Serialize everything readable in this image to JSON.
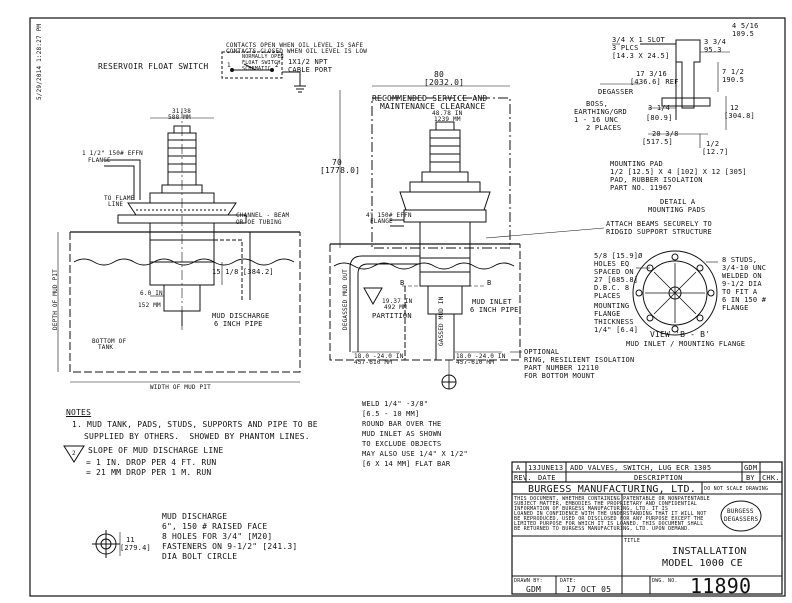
{
  "page": {
    "timestamp": "5/29/2014 1:28:27 PM"
  },
  "float_switch": {
    "title": "RESERVOIR FLOAT SWITCH",
    "contacts_note_1": "CONTACTS OPEN WHEN OIL LEVEL IS SAFE",
    "contacts_note_2": "CONTACTS CLOSED WHEN OIL LEVEL IS LOW",
    "box_label_1": "NORMALLY OPEN",
    "box_label_2": "FLOAT SWITCH",
    "box_label_3": "SCHEMATIC",
    "cable_port_1": "1X1/2 NPT",
    "cable_port_2": "CABLE PORT",
    "terminal_left": "1",
    "terminal_right": "2"
  },
  "left_view": {
    "dim_top": "31.38",
    "dim_top_mm": "588 MM",
    "label_efn_1": "1 1/2\" 150# EFFN",
    "label_efn_2": "FLANGE",
    "label_flame": "TO FLAME",
    "label_flame_2": "LINE",
    "label_channel": "CHANNEL - BEAM",
    "label_channel_2": "OR OE TUBING",
    "dim_mid": "15 1/8 [384.2]",
    "dim_lower": "6.0 IN",
    "dim_lower_mm": "152 MM",
    "mud_discharge_1": "MUD DISCHARGE",
    "mud_discharge_2": "6 INCH PIPE",
    "bottom_label_1": "BOTTOM OF",
    "bottom_label_2": "TANK",
    "depth_label": "DEPTH OF MUD PIT",
    "width_label": "WIDTH OF MUD PIT"
  },
  "center_view": {
    "dim_80": "80",
    "dim_80_mm": "[2032.0]",
    "clearance_1": "RECOMMENDED SERVICE AND",
    "clearance_2": "MAINTENANCE CLEARANCE",
    "dim_70": "70",
    "dim_70_mm": "[1778.0]",
    "dim_inner_top": "48.78 IN",
    "dim_inner_top_mm": "1239 MM",
    "flange_label_1": "4\" 150# EFFN",
    "flange_label_2": "FLANGE",
    "degassed_mud_label": "DEGASSED MUD OUT",
    "gassed_mud_label": "GASSED MUD IN",
    "partition": "PARTITION",
    "dim_partition": "19.37 IN",
    "dim_partition_mm": "492 MM",
    "mud_inlet_1": "MUD INLET",
    "mud_inlet_2": "6 INCH PIPE",
    "dim_bottom_left": "18.0 -24.0 IN",
    "dim_bottom_left_mm": "457-610 MM",
    "dim_bottom_right": "18.0 -24.0 IN",
    "dim_bottom_right_mm": "457-610 MM",
    "label_b": "B",
    "optional_1": "OPTIONAL",
    "optional_2": "RING, RESILIENT ISOLATION",
    "optional_3": "PART NUMBER 12110",
    "optional_4": "FOR BOTTOM MOUNT",
    "weld_1": "WELD 1/4\" -3/8\"",
    "weld_2": "[6.5 - 10 MM]",
    "weld_3": "ROUND BAR OVER THE",
    "weld_4": "MUD INLET AS SHOWN",
    "weld_5": "TO EXCLUDE OBJECTS",
    "weld_6": "MAY ALSO USE 1/4\" X 1/2\"",
    "weld_7": "[6 X 14 MM] FLAT BAR"
  },
  "detail_a": {
    "slot_1": "3/4 X 1 SLOT",
    "slot_2": "3 PLCS",
    "slot_3": "[14.3 X 24.5]",
    "dim_109": "4 5/16",
    "dim_109_mm": "109.5",
    "dim_95": "3 3/4",
    "dim_95_mm": "95.3",
    "dim_172": "17 3/16",
    "dim_172_mm": "[436.6] REF",
    "dim_190": "7 1/2",
    "dim_190_mm": "190.5",
    "degasser": "DEGASSER",
    "boss_1": "BOSS,",
    "boss_2": "EARTHING/GRD",
    "boss_3": "1 - 16 UNC",
    "boss_4": "2 PLACES",
    "dim_31": "3 1/4",
    "dim_31_mm": "[80.9]",
    "dim_12": "12",
    "dim_12_mm": "[304.8]",
    "dim_20": "20 3/8",
    "dim_20_mm": "[517.5]",
    "dim_half": "1/2",
    "dim_half_mm": "[12.7]",
    "pad_1": "MOUNTING PAD",
    "pad_2": "1/2 [12.5] X 4 [102] X 12 [305]",
    "pad_3": "PAD, RUBBER ISOLATION",
    "pad_4": "PART NO. 11967",
    "detail_title_1": "DETAIL A",
    "detail_title_2": "MOUNTING PADS",
    "attach_1": "ATTACH BEAMS SECURELY TO",
    "attach_2": "RIDGID SUPPORT STRUCTURE"
  },
  "view_b": {
    "holes_1": "5/8 [15.9]Ø",
    "holes_2": "HOLES EQ",
    "holes_3": "SPACED ON",
    "holes_4": "27 [685.8]",
    "holes_5": "D.B.C. 8",
    "holes_6": "PLACES",
    "studs_1": "8 STUDS,",
    "studs_2": "3/4-10 UNC",
    "studs_3": "WELDED ON",
    "studs_4": "9-1/2 DIA",
    "studs_5": "TO FIT A",
    "studs_6": "6 IN 150 #",
    "studs_7": "FLANGE",
    "thick_1": "MOUNTING",
    "thick_2": "FLANGE",
    "thick_3": "THICKNESS",
    "thick_4": "1/4\" [6.4]",
    "title_1": "VIEW 'B - B'",
    "title_2": "MUD INLET / MOUNTING FLANGE"
  },
  "notes": {
    "heading": "NOTES",
    "n1_a": "1. MUD TANK, PADS, STUDS, SUPPORTS AND PIPE TO BE",
    "n1_b": "SUPPLIED BY OTHERS.  SHOWED BY PHANTOM LINES.",
    "n2_a": "SLOPE OF MUD DISCHARGE LINE",
    "n2_b": "= 1 IN. DROP PER 4 FT. RUN",
    "n2_c": "= 21 MM DROP PER 1 M. RUN",
    "slope_num": "2"
  },
  "discharge_detail": {
    "line1": "MUD DISCHARGE",
    "line2": "6\", 150 # RAISED FACE",
    "line3": "8 HOLES FOR 3/4\" [M20]",
    "line4": "FASTENERS ON 9-1/2\" [241.3]",
    "line5": "DIA BOLT CIRCLE",
    "dim_11": "11",
    "dim_11_mm": "[279.4]"
  },
  "title_block": {
    "rev_letter": "A",
    "rev_date": "13JUNE13",
    "rev_desc": "ADD VALVES, SWITCH, LUG ECR 1305",
    "rev_by": "GDM",
    "h_rev": "REV.",
    "h_date": "DATE",
    "h_desc": "DESCRIPTION",
    "h_by": "BY",
    "h_chk": "CHK.",
    "company": "BURGESS MANUFACTURING, LTD.",
    "scale_note": "DO NOT SCALE DRAWING",
    "legal_1": "THIS DOCUMENT, WHETHER CONTAINING PATENTABLE OR NONPATENTABLE",
    "legal_2": "SUBJECT MATTER, EMBODIES THE PROPRIETARY AND CONFIDENTIAL",
    "legal_3": "INFORMATION OF BURGESS MANUFACTURING, LTD. IT IS",
    "legal_4": "LOANED IN CONFIDENCE WITH THE UNDERSTANDING THAT IT WILL NOT",
    "legal_5": "BE REPRODUCED, USED OR DISCLOSED FOR ANY PURPOSE EXCEPT THE",
    "legal_6": "LIMITED PURPOSE FOR WHICH IT IS LOANED. THIS DOCUMENT SHALL",
    "legal_7": "BE RETURNED TO BURGESS MANUFACTURING, LTD. UPON DEMAND.",
    "logo_1": "BURGESS",
    "logo_2": "DEGASSERS",
    "h_title": "TITLE",
    "title_1": "INSTALLATION",
    "title_2": "MODEL 1000 CE",
    "h_drawn": "DRAWN BY:",
    "h_date2": "DATE:",
    "h_dwg": "DWG. NO.",
    "drawn_by": "GDM",
    "drawn_date": "17 OCT 05",
    "dwg_no": "11890"
  }
}
